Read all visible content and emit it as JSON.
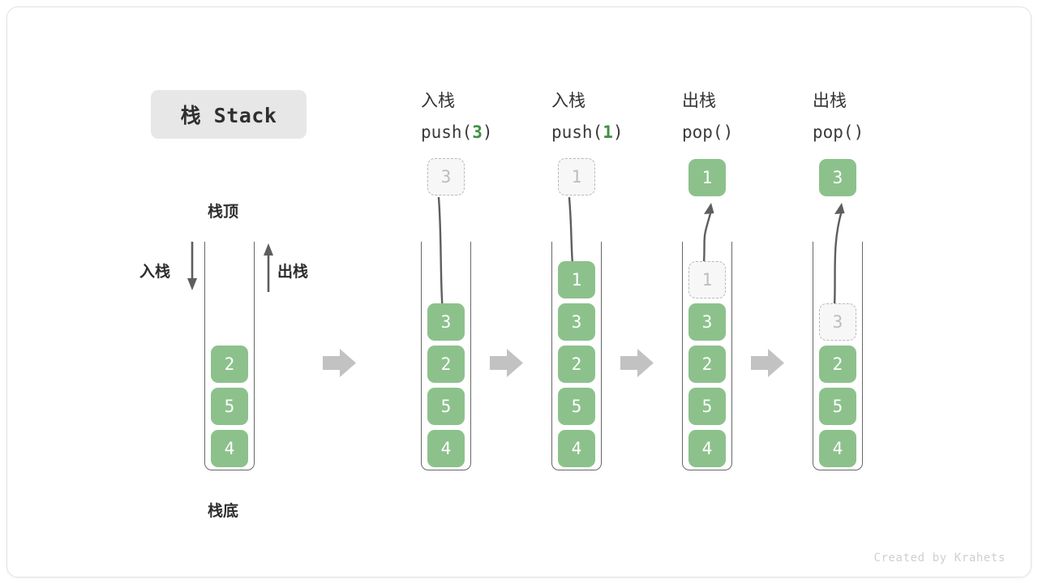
{
  "title_badge": "栈 Stack",
  "watermark": "Created by Krahets",
  "colors": {
    "cell_green": "#8cc18c",
    "accent_green": "#3f9142",
    "ghost_border": "#b9b9b9",
    "arrow_gray": "#5e5e5e",
    "step_arrow_gray": "#c2c2c2",
    "badge_bg": "#e7e7e7"
  },
  "left_panel": {
    "top_label": "栈顶",
    "bottom_label": "栈底",
    "push_label": "入栈",
    "pop_label": "出栈",
    "cells": [
      "2",
      "5",
      "4"
    ]
  },
  "steps": [
    {
      "id": "push-3",
      "op_cn": "入栈",
      "op_code_prefix": "push(",
      "op_code_arg": "3",
      "op_code_suffix": ")",
      "incoming_value": "3",
      "incoming_kind": "ghost",
      "arrow_direction": "down",
      "cells": [
        "3",
        "2",
        "5",
        "4"
      ],
      "ghost_index": -1
    },
    {
      "id": "push-1",
      "op_cn": "入栈",
      "op_code_prefix": "push(",
      "op_code_arg": "1",
      "op_code_suffix": ")",
      "incoming_value": "1",
      "incoming_kind": "ghost",
      "arrow_direction": "down",
      "cells": [
        "1",
        "3",
        "2",
        "5",
        "4"
      ],
      "ghost_index": -1
    },
    {
      "id": "pop-1",
      "op_cn": "出栈",
      "op_code_prefix": "pop(",
      "op_code_arg": "",
      "op_code_suffix": ")",
      "incoming_value": "1",
      "incoming_kind": "solid",
      "arrow_direction": "up",
      "cells": [
        "1",
        "3",
        "2",
        "5",
        "4"
      ],
      "ghost_index": 0
    },
    {
      "id": "pop-3",
      "op_cn": "出栈",
      "op_code_prefix": "pop(",
      "op_code_arg": "",
      "op_code_suffix": ")",
      "incoming_value": "3",
      "incoming_kind": "solid",
      "arrow_direction": "up",
      "cells": [
        "3",
        "2",
        "5",
        "4"
      ],
      "ghost_index": 0
    }
  ]
}
